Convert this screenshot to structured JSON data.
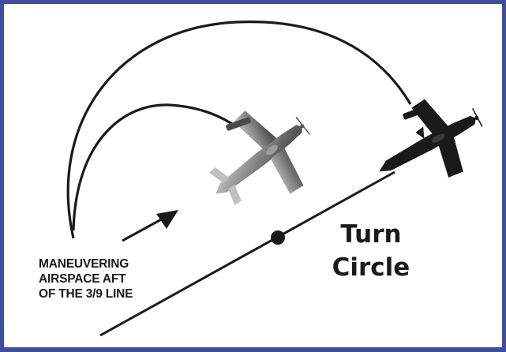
{
  "annotation": {
    "lines": [
      "MANEUVERING",
      "AIRSPACE AFT",
      "OF THE 3/9 LINE"
    ]
  },
  "title": {
    "lines": [
      "Turn",
      "Circle"
    ]
  },
  "colors": {
    "frame": "#3f4d9c",
    "ink": "#1a1a1a",
    "ghost_plane_light": "#bdbdbd",
    "ghost_plane_dark": "#5a5a5a"
  }
}
